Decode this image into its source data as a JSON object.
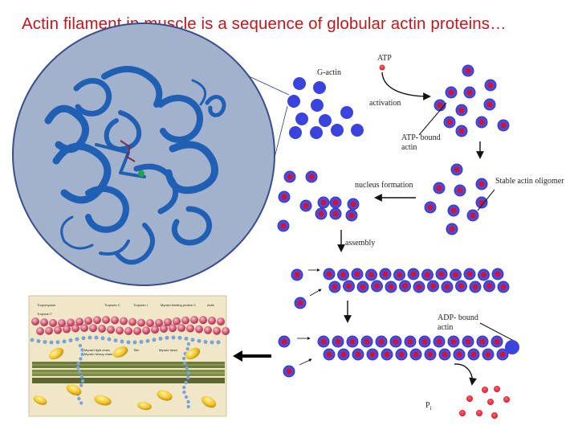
{
  "title": "Actin filament in muscle is a sequence of globular actin proteins…",
  "diagram": {
    "labels": {
      "g_actin": "G-actin",
      "atp": "ATP",
      "activation": "activation",
      "atp_bound_1": "ATP- bound",
      "atp_bound_2": "actin",
      "nucleus_formation": "nucleus formation",
      "stable_oligomer": "Stable actin oligomer",
      "assembly": "assembly",
      "adp_bound_1": "ADP- bound",
      "adp_bound_2": "actin",
      "pi": "P",
      "pi_sub": "i"
    },
    "muscle_labels": [
      "Tropomyosin",
      "Troponin C",
      "Troponin I",
      "Myosin binding protein C",
      "Actin",
      "Myosin light chain",
      "Myosin heavy chain",
      "Titin",
      "Myosin head",
      "Troponin T"
    ],
    "colors": {
      "title": "#c0181d",
      "bead_blue": "#2f39d6",
      "bead_red": "#e0102c",
      "protein_circle": "#a3b2cc",
      "ribbon": "#1f5fb4"
    },
    "icons": [
      "curved-arrow-icon",
      "straight-arrow-icon",
      "bold-left-arrow-icon"
    ]
  }
}
